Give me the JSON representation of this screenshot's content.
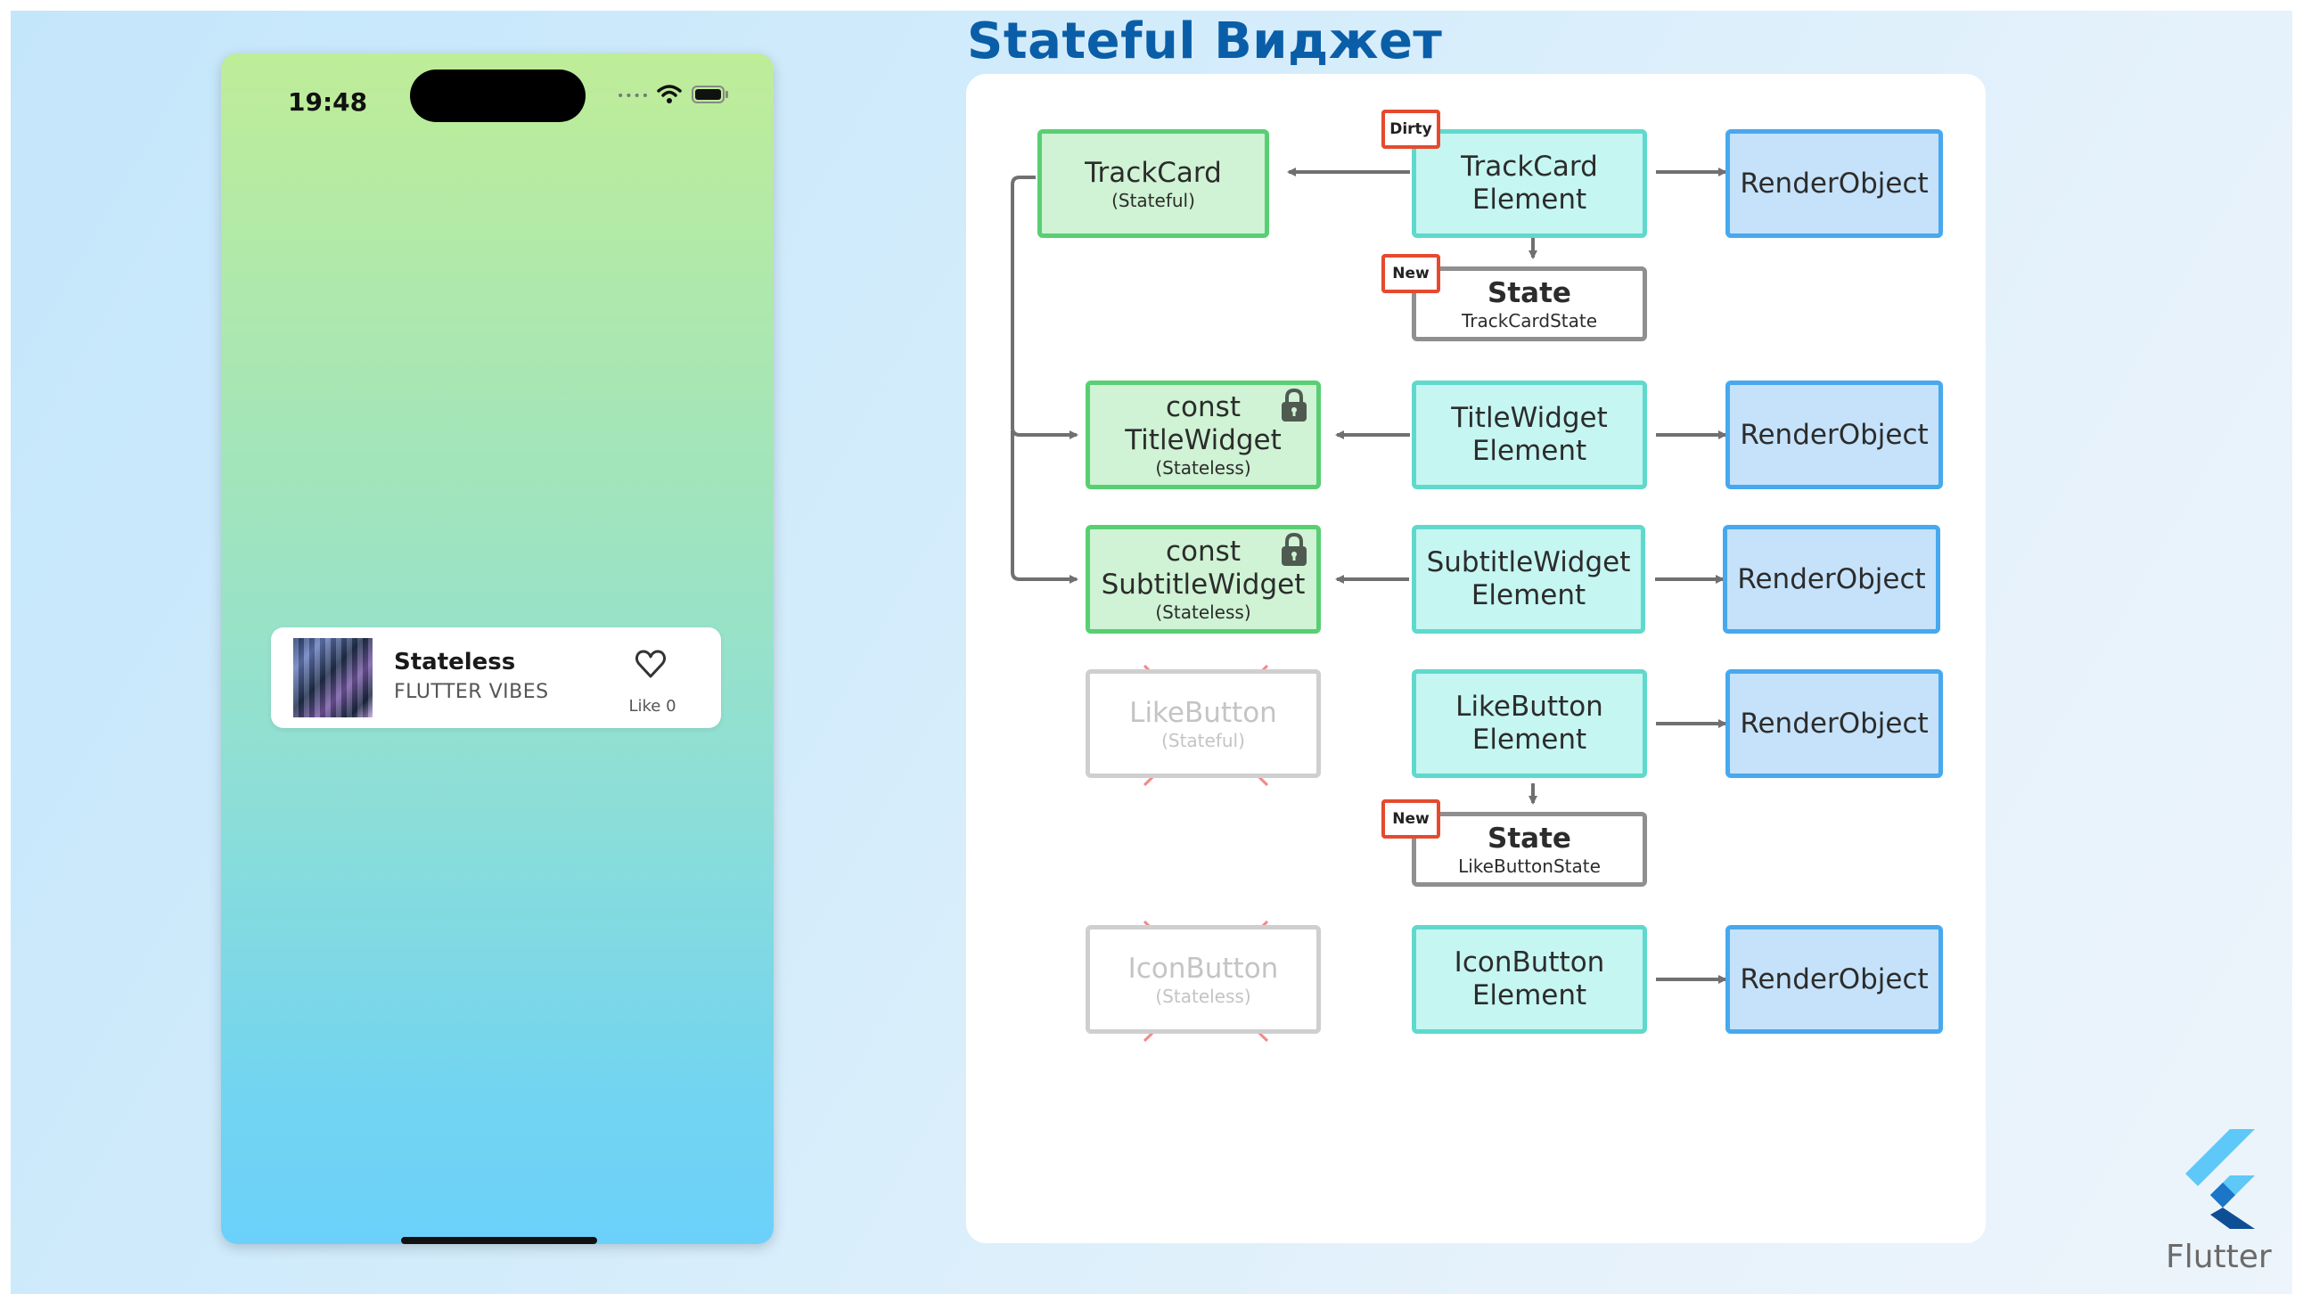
{
  "title": "Stateful Виджет",
  "phone": {
    "time": "19:48",
    "track_card": {
      "title": "Stateless",
      "subtitle": "FLUTTER VIBES",
      "like_label": "Like 0"
    }
  },
  "diagram": {
    "widgets": {
      "trackcard": {
        "main": "TrackCard",
        "sub": "(Stateful)"
      },
      "title": {
        "line1": "const",
        "line2": "TitleWidget",
        "sub": "(Stateless)"
      },
      "subtitle": {
        "line1": "const",
        "line2": "SubtitleWidget",
        "sub": "(Stateless)"
      },
      "likebutton": {
        "main": "LikeButton",
        "sub": "(Stateful)"
      },
      "iconbutton": {
        "main": "IconButton",
        "sub": "(Stateless)"
      }
    },
    "elements": {
      "trackcard": {
        "line1": "TrackCard",
        "line2": "Element"
      },
      "title": {
        "line1": "TitleWidget",
        "line2": "Element"
      },
      "subtitle": {
        "line1": "SubtitleWidget",
        "line2": "Element"
      },
      "likebutton": {
        "line1": "LikeButton",
        "line2": "Element"
      },
      "iconbutton": {
        "line1": "IconButton",
        "line2": "Element"
      }
    },
    "states": {
      "trackcard": {
        "main": "State",
        "sub": "TrackCardState"
      },
      "likebutton": {
        "main": "State",
        "sub": "LikeButtonState"
      }
    },
    "render_label": "RenderObject",
    "tags": {
      "dirty": "Dirty",
      "new": "New"
    }
  },
  "brand": {
    "label": "Flutter"
  },
  "colors": {
    "title": "#0a5ea8",
    "widget_fill": "#cff3d4",
    "widget_border": "#58cf72",
    "element_fill": "#c5f6f2",
    "element_border": "#5fd9cc",
    "render_fill": "#c5e2fa",
    "render_border": "#47a8ee",
    "tag_border": "#e54a2e",
    "removed_cross": "#f08a8a"
  }
}
